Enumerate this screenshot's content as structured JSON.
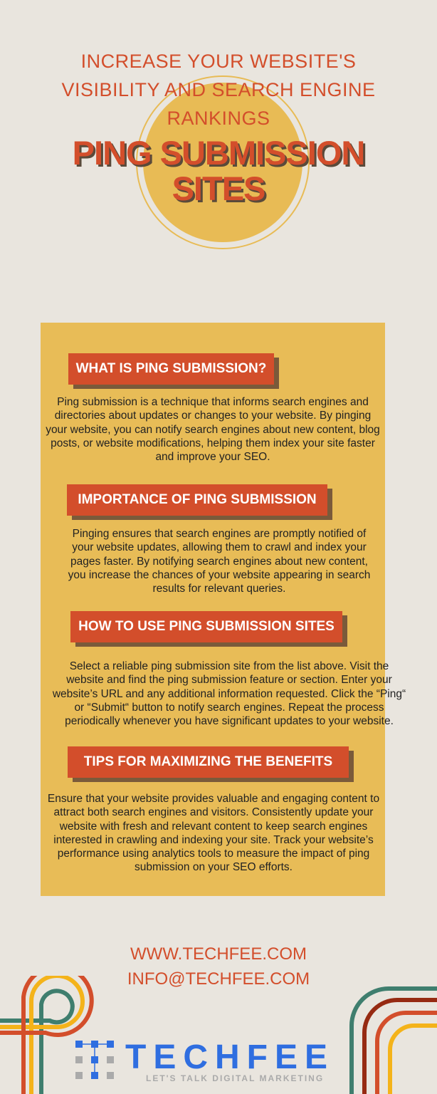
{
  "header": {
    "subtitle_lines": [
      "INCREASE YOUR WEBSITE'S",
      "VISIBILITY AND SEARCH ENGINE",
      "RANKINGS"
    ],
    "title_lines": [
      "PING SUBMISSION",
      "SITES"
    ]
  },
  "sections": [
    {
      "heading": "WHAT IS PING SUBMISSION?",
      "body": "Ping submission is a technique that informs search engines and directories about updates or changes to your website. By pinging your website, you can notify search engines about new content, blog posts, or website modifications, helping them index your site faster and improve your SEO."
    },
    {
      "heading": "IMPORTANCE OF PING SUBMISSION",
      "body": "Pinging ensures that search engines are promptly notified of your website updates, allowing them to crawl and index your pages faster. By notifying search engines about new content, you increase the chances of your website appearing in search results for relevant queries."
    },
    {
      "heading": "HOW TO USE PING SUBMISSION SITES",
      "body": "Select a reliable ping submission site from the list above. Visit the website and find the ping submission feature or section. Enter your website’s URL and any additional information requested. Click the “Ping“ or “Submit“ button to notify search engines. Repeat the process periodically whenever you have significant updates to your website."
    },
    {
      "heading": "TIPS FOR MAXIMIZING THE BENEFITS",
      "body": "Ensure that your website provides valuable and engaging content to attract both search engines and visitors. Consistently update your website with fresh and relevant content to keep search engines interested in crawling and indexing your site. Track your website’s performance using analytics tools to measure the impact of ping submission on your SEO efforts."
    }
  ],
  "footer": {
    "website": "WWW.TECHFEE.COM",
    "email": "INFO@TECHFEE.COM"
  },
  "logo": {
    "name": "TECHFEE",
    "tagline": "LET'S TALK DIGITAL MARKETING"
  },
  "colors": {
    "background": "#e9e5de",
    "accent": "#d34e2b",
    "panel": "#e8bc57",
    "logo_blue": "#2f6ee0",
    "teal": "#3f7e6e",
    "maroon": "#962a12"
  }
}
